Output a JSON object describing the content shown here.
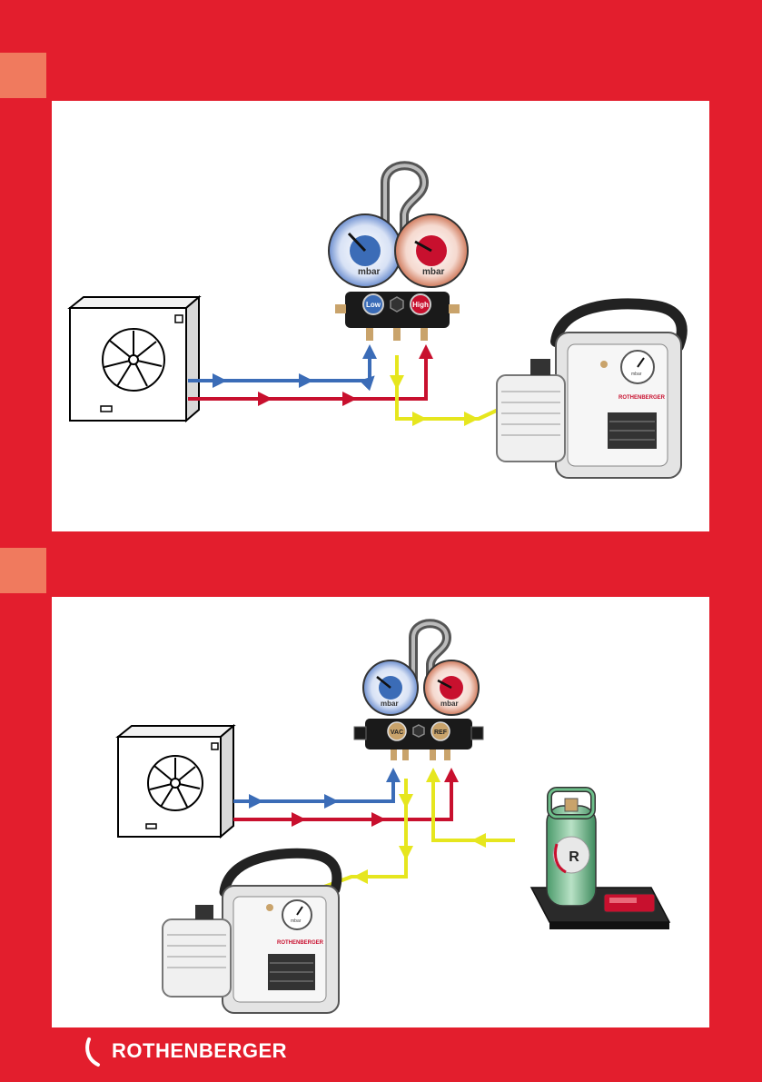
{
  "colors": {
    "background": "#e31e2d",
    "tab": "#f07a5e",
    "low": "#3b6cb7",
    "high": "#c8102e",
    "vacuum_line": "#e6e61e"
  },
  "gauge_unit_low": "mbar",
  "gauge_unit_high": "mbar",
  "step1": {
    "low_label": "Low",
    "high_label": "High"
  },
  "step2": {
    "vac_label": "VAC",
    "ref_label": "REF"
  },
  "pump_brand": "ROTHENBERGER",
  "pump_gauge_unit": "mbar",
  "cylinder_label": "R",
  "brand": {
    "name": "ROTHENBERGER"
  }
}
